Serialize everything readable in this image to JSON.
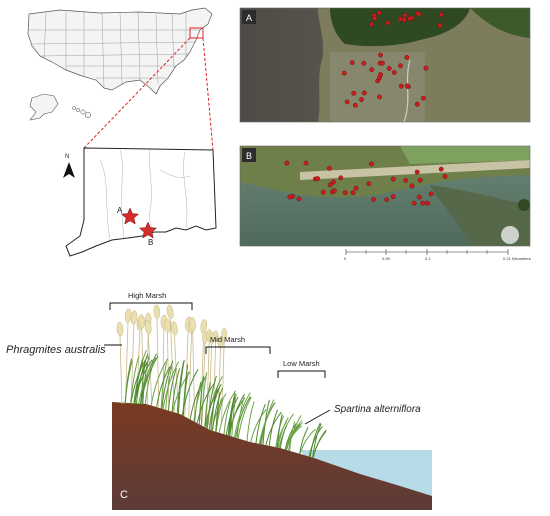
{
  "inset_a": {
    "label": "A"
  },
  "inset_b": {
    "label": "B"
  },
  "panel_c": {
    "label": "C"
  },
  "north_arrow": {
    "label": "N"
  },
  "state_map": {
    "site_a": "A",
    "site_b": "B"
  },
  "scale_bar": {
    "ticks": [
      "0",
      "0.05",
      "0.1",
      "0.21 Kilometers"
    ]
  },
  "zones": {
    "high": "High Marsh",
    "mid": "Mid Marsh",
    "low": "Low Marsh"
  },
  "species": {
    "phragmites": "Phragmites australis",
    "spartina": "Spartina alterniflora"
  },
  "colors": {
    "sample_point": "#c81e1e",
    "callout_line": "#e02020",
    "star": "#d42b2b",
    "water": "#b7dbe6",
    "soil": "#6b3a2a",
    "grass": "#4f8a2f",
    "reed": "#e9dfb0"
  }
}
